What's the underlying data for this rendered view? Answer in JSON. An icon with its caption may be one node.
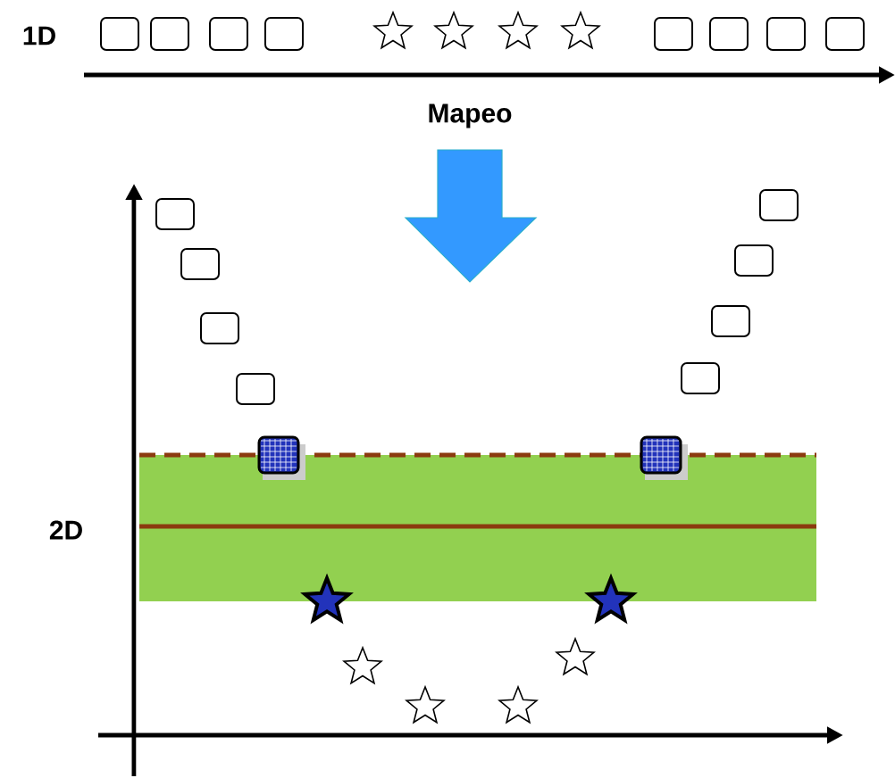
{
  "diagram": {
    "labels": [
      "1D",
      "Mapeo",
      "2D"
    ]
  }
}
